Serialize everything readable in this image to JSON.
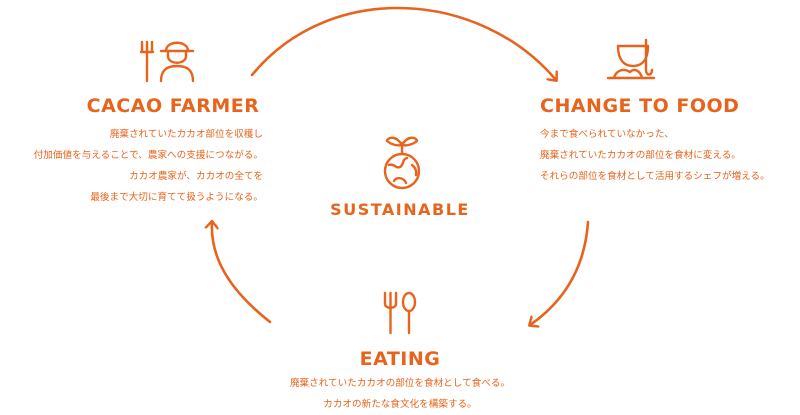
{
  "colors": {
    "accent": "#e8631c"
  },
  "center": {
    "label": "SUSTAINABLE",
    "icon": "sprouting-globe-icon"
  },
  "nodes": {
    "farmer": {
      "title": "CACAO FARMER",
      "icon": "farmer-with-pitchfork-icon",
      "lines": [
        "廃棄されていたカカオ部位を収穫し",
        "付加価値を与えることで、農家への支援につながる。",
        "カカオ農家が、カカオの全てを",
        "最後まで大切に育てて扱うようになる。"
      ]
    },
    "food": {
      "title": "CHANGE TO FOOD",
      "icon": "chef-pot-icon",
      "lines": [
        "今まで食べられていなかった、",
        "廃棄されていたカカオの部位を食材に変える。",
        "それらの部位を食材として活用するシェフが増える。"
      ]
    },
    "eating": {
      "title": "EATING",
      "icon": "fork-and-spoon-icon",
      "lines": [
        "廃棄されていたカカオの部位を食材として食べる。",
        "カカオの新たな食文化を構築する。"
      ]
    }
  }
}
